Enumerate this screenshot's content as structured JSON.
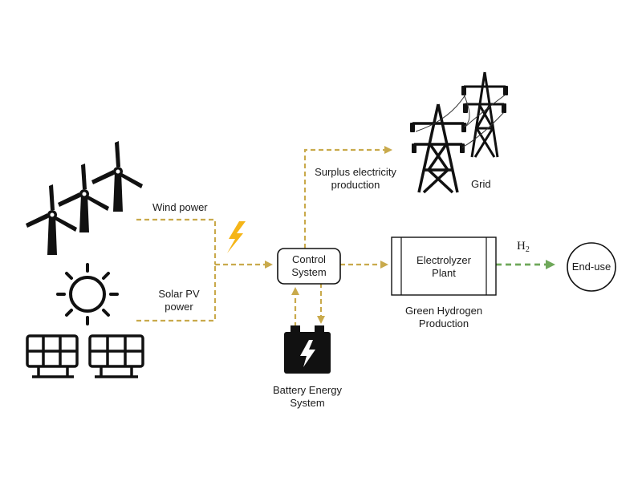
{
  "colors": {
    "flow": "#c9aa4c",
    "hydrogen": "#6fa85a",
    "bolt": "#f5b518",
    "ink": "#111111"
  },
  "labels": {
    "wind_power": "Wind power",
    "solar_pv_1": "Solar PV",
    "solar_pv_2": "power",
    "surplus_1": "Surplus electricity",
    "surplus_2": "production",
    "grid": "Grid",
    "control_1": "Control",
    "control_2": "System",
    "electrolyzer_1": "Electrolyzer",
    "electrolyzer_2": "Plant",
    "green_h2_1": "Green Hydrogen",
    "green_h2_2": "Production",
    "h2_main": "H",
    "h2_sub": "2",
    "end_use": "End-use",
    "battery_1": "Battery Energy",
    "battery_2": "System"
  },
  "icons": [
    "wind-turbines-icon",
    "sun-icon",
    "solar-panels-icon",
    "lightning-icon",
    "battery-icon",
    "transmission-towers-icon"
  ]
}
